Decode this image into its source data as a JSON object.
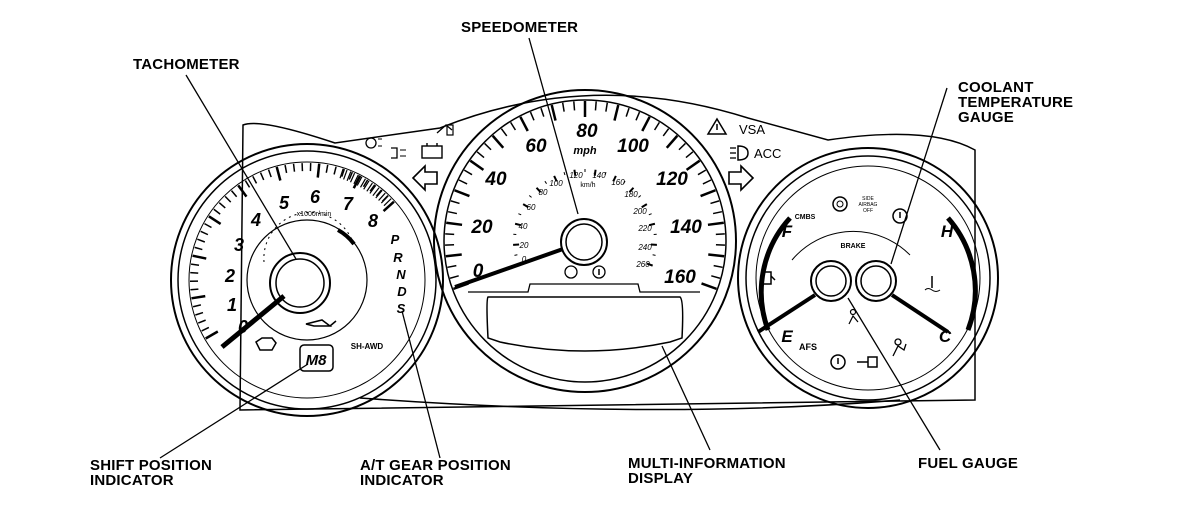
{
  "callouts": {
    "speedometer": "SPEEDOMETER",
    "tachometer": "TACHOMETER",
    "coolant": [
      "COOLANT",
      "TEMPERATURE",
      "GAUGE"
    ],
    "shift_position": [
      "SHIFT POSITION",
      "INDICATOR"
    ],
    "at_gear": [
      "A/T GEAR POSITION",
      "INDICATOR"
    ],
    "multi_info": [
      "MULTI-INFORMATION",
      "DISPLAY"
    ],
    "fuel_gauge": "FUEL GAUGE"
  },
  "tachometer": {
    "numbers": [
      "0",
      "1",
      "2",
      "3",
      "4",
      "5",
      "6",
      "7",
      "8"
    ],
    "unit": "x1000r/min",
    "gear_letters": [
      "P",
      "R",
      "N",
      "D",
      "S"
    ],
    "shift_display": "M8",
    "shift_mode_label": "SH-AWD"
  },
  "speedometer": {
    "mph_numbers": [
      "0",
      "20",
      "40",
      "60",
      "80",
      "100",
      "120",
      "140",
      "160"
    ],
    "mph_unit": "mph",
    "kmh_numbers": [
      "0",
      "20",
      "40",
      "60",
      "80",
      "100",
      "120",
      "140",
      "160",
      "180",
      "200",
      "220",
      "240",
      "260"
    ],
    "kmh_unit": "km/h"
  },
  "right_gauge": {
    "fuel_full": "F",
    "fuel_empty": "E",
    "temp_hot": "H",
    "temp_cold": "C",
    "brake_label": "BRAKE",
    "cmbs_label": "CMBS",
    "afs_label": "AFS",
    "side_airbag_label": [
      "SIDE",
      "AIRBAG",
      "OFF"
    ]
  },
  "top_indicators": {
    "vsa": "VSA",
    "acc": "ACC"
  }
}
